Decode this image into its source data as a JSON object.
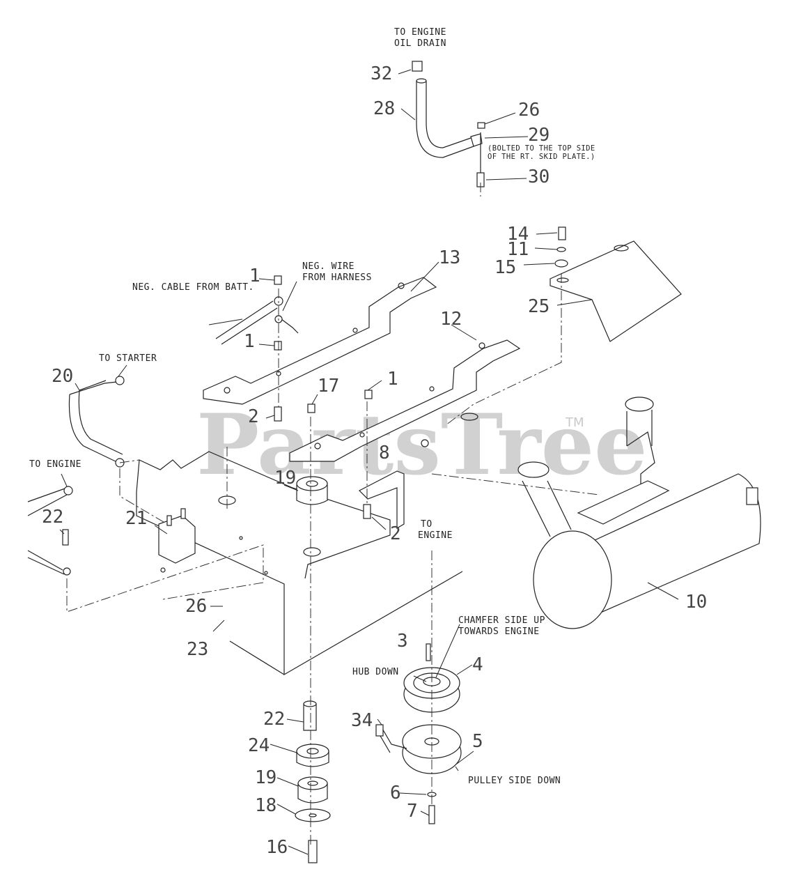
{
  "watermark": {
    "text": "PartsTree",
    "trademark": "TM"
  },
  "labels": {
    "to_engine_oil_drain_1": "TO ENGINE",
    "to_engine_oil_drain_2": "OIL DRAIN",
    "bolted_note_1": "(BOLTED TO THE TOP SIDE",
    "bolted_note_2": "OF THE RT. SKID PLATE.)",
    "neg_wire_1": "NEG. WIRE",
    "neg_wire_2": "FROM HARNESS",
    "neg_cable": "NEG. CABLE FROM BATT.",
    "to_starter": "TO STARTER",
    "to_engine_left": "TO ENGINE",
    "to_engine_center_1": "TO",
    "to_engine_center_2": "ENGINE",
    "chamfer_1": "CHAMFER SIDE UP",
    "chamfer_2": "TOWARDS ENGINE",
    "hub_down": "HUB DOWN",
    "pulley_side_down": "PULLEY SIDE DOWN"
  },
  "callouts": [
    {
      "id": "c32",
      "num": "32"
    },
    {
      "id": "c28",
      "num": "28"
    },
    {
      "id": "c26a",
      "num": "26"
    },
    {
      "id": "c29",
      "num": "29"
    },
    {
      "id": "c30",
      "num": "30"
    },
    {
      "id": "c14",
      "num": "14"
    },
    {
      "id": "c11",
      "num": "11"
    },
    {
      "id": "c15",
      "num": "15"
    },
    {
      "id": "c25",
      "num": "25"
    },
    {
      "id": "c13",
      "num": "13"
    },
    {
      "id": "c12",
      "num": "12"
    },
    {
      "id": "c1a",
      "num": "1"
    },
    {
      "id": "c1b",
      "num": "1"
    },
    {
      "id": "c1c",
      "num": "1"
    },
    {
      "id": "c20",
      "num": "20"
    },
    {
      "id": "c17",
      "num": "17"
    },
    {
      "id": "c2a",
      "num": "2"
    },
    {
      "id": "c2b",
      "num": "2"
    },
    {
      "id": "c8",
      "num": "8"
    },
    {
      "id": "c19a",
      "num": "19"
    },
    {
      "id": "c22a",
      "num": "22"
    },
    {
      "id": "c21",
      "num": "21"
    },
    {
      "id": "c26b",
      "num": "26"
    },
    {
      "id": "c23",
      "num": "23"
    },
    {
      "id": "c10",
      "num": "10"
    },
    {
      "id": "c3",
      "num": "3"
    },
    {
      "id": "c4",
      "num": "4"
    },
    {
      "id": "c34",
      "num": "34"
    },
    {
      "id": "c5",
      "num": "5"
    },
    {
      "id": "c6",
      "num": "6"
    },
    {
      "id": "c7",
      "num": "7"
    },
    {
      "id": "c22b",
      "num": "22"
    },
    {
      "id": "c24",
      "num": "24"
    },
    {
      "id": "c19b",
      "num": "19"
    },
    {
      "id": "c18",
      "num": "18"
    },
    {
      "id": "c16",
      "num": "16"
    }
  ]
}
